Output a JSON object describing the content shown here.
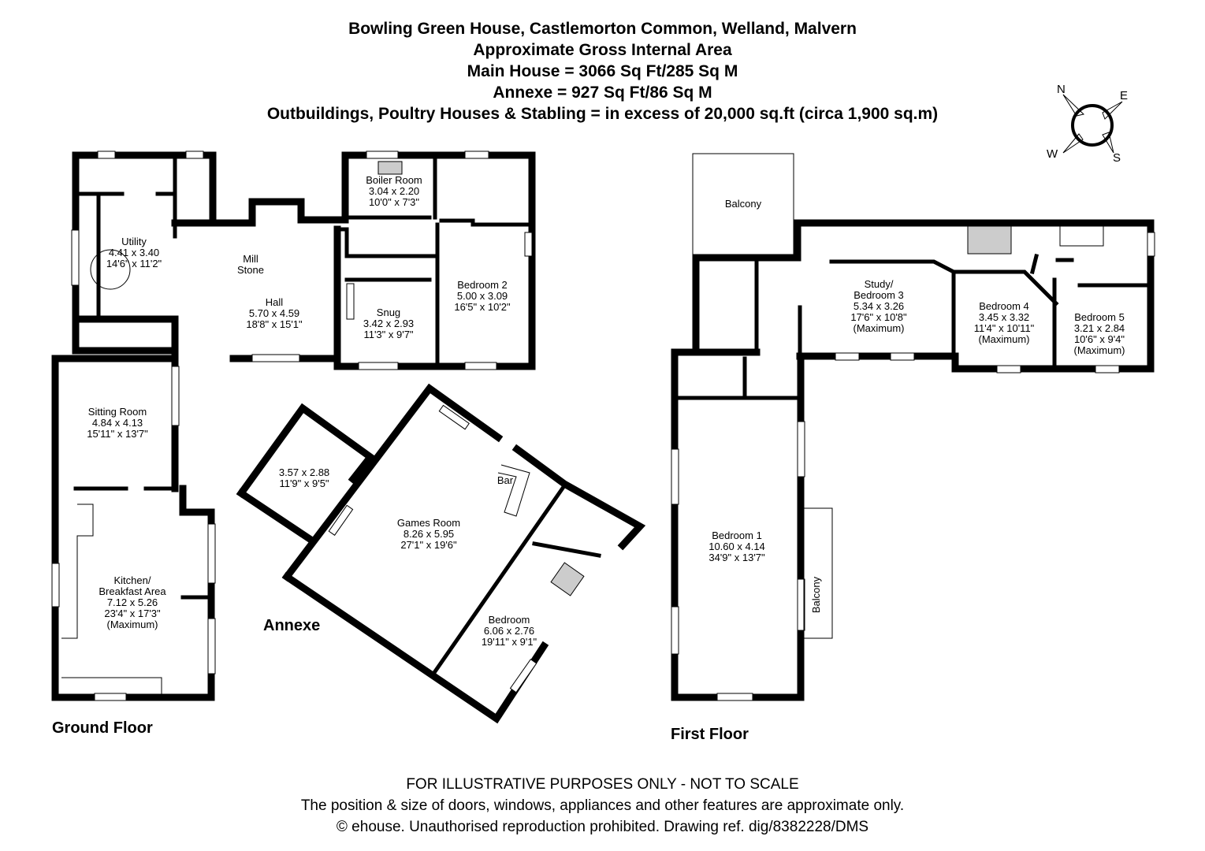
{
  "header": {
    "line1": "Bowling Green House, Castlemorton Common, Welland, Malvern",
    "line2": "Approximate Gross Internal Area",
    "line3": "Main House = 3066 Sq Ft/285 Sq M",
    "line4": "Annexe = 927 Sq Ft/86 Sq M",
    "line5": "Outbuildings, Poultry Houses & Stabling = in excess of 20,000 sq.ft (circa 1,900 sq.m)"
  },
  "compass": {
    "n": "N",
    "e": "E",
    "s": "S",
    "w": "W"
  },
  "floors": {
    "ground": "Ground Floor",
    "first": "First Floor",
    "annexe": "Annexe"
  },
  "rooms": {
    "utility": {
      "name": "Utility",
      "metric": "4.41 x 3.40",
      "imperial": "14'6\" x 11'2\""
    },
    "hall": {
      "name": "Hall",
      "metric": "5.70 x 4.59",
      "imperial": "18'8\" x 15'1\""
    },
    "mill": {
      "line1": "Mill",
      "line2": "Stone"
    },
    "boiler": {
      "name": "Boiler Room",
      "metric": "3.04 x 2.20",
      "imperial": "10'0\" x 7'3\""
    },
    "snug": {
      "name": "Snug",
      "metric": "3.42 x 2.93",
      "imperial": "11'3\" x 9'7\""
    },
    "bedroom2": {
      "name": "Bedroom 2",
      "metric": "5.00 x 3.09",
      "imperial": "16'5\" x 10'2\""
    },
    "sitting": {
      "name": "Sitting Room",
      "metric": "4.84 x 4.13",
      "imperial": "15'11\" x 13'7\""
    },
    "kitchen": {
      "name1": "Kitchen/",
      "name2": "Breakfast Area",
      "metric": "7.12 x 5.26",
      "imperial": "23'4\" x 17'3\"",
      "note": "(Maximum)"
    },
    "annexe_small": {
      "metric": "3.57 x 2.88",
      "imperial": "11'9\" x 9'5\""
    },
    "games": {
      "name": "Games Room",
      "metric": "8.26 x 5.95",
      "imperial": "27'1\" x 19'6\""
    },
    "bar": {
      "name": "Bar"
    },
    "annexe_bed": {
      "name": "Bedroom",
      "metric": "6.06 x 2.76",
      "imperial": "19'11\" x 9'1\""
    },
    "balcony_top": {
      "name": "Balcony"
    },
    "study": {
      "name1": "Study/",
      "name2": "Bedroom 3",
      "metric": "5.34 x 3.26",
      "imperial": "17'6\" x 10'8\"",
      "note": "(Maximum)"
    },
    "bedroom4": {
      "name": "Bedroom 4",
      "metric": "3.45 x 3.32",
      "imperial": "11'4\" x 10'11\"",
      "note": "(Maximum)"
    },
    "bedroom5": {
      "name": "Bedroom 5",
      "metric": "3.21 x 2.84",
      "imperial": "10'6\" x 9'4\"",
      "note": "(Maximum)"
    },
    "bedroom1": {
      "name": "Bedroom 1",
      "metric": "10.60 x 4.14",
      "imperial": "34'9\" x 13'7\""
    },
    "balcony_side": {
      "name": "Balcony"
    }
  },
  "footer": {
    "line1": "FOR ILLUSTRATIVE PURPOSES ONLY - NOT TO SCALE",
    "line2": "The position & size of doors, windows, appliances and other features are approximate only.",
    "line3": "© ehouse. Unauthorised reproduction prohibited. Drawing ref. dig/8382228/DMS"
  }
}
